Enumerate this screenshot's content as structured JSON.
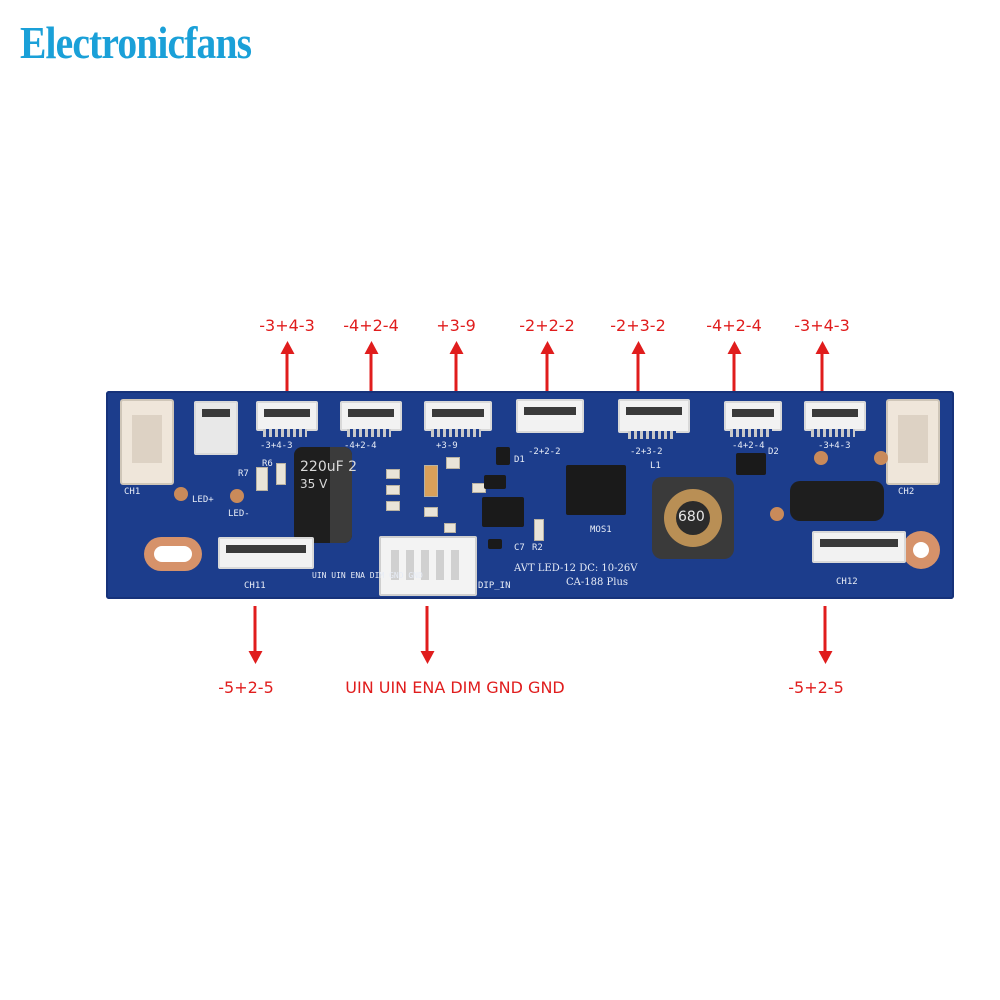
{
  "brand": {
    "name": "Electronicfans",
    "color": "#1aa0d8"
  },
  "top_labels": [
    "-3+4-3",
    "-4+2-4",
    "+3-9",
    "-2+2-2",
    "-2+3-2",
    "-4+2-4",
    "-3+4-3"
  ],
  "bottom_labels": {
    "left": "-5+2-5",
    "middle": "UIN UIN ENA DIM GND GND",
    "right": "-5+2-5"
  },
  "board": {
    "capacitor_value": "220uF 2",
    "capacitor_voltage": "35 V",
    "model_line1": "AVT LED-12 DC: 10-26V",
    "model_line2": "CA-188 Plus",
    "inductor_marking": "680",
    "pin_labels": "UIN UIN ENA DIM GND GND",
    "dip_in": "DIP_IN",
    "ch1": "CH1",
    "ch2": "CH2",
    "ch11": "CH11",
    "ch12": "CH12",
    "mos1": "MOS1",
    "led_minus": "LED-",
    "led_plus": "LED+",
    "r7": "R7",
    "r6": "R6",
    "d1": "D1",
    "d2": "D2",
    "l1": "L1",
    "c7": "C7",
    "r2": "R2",
    "conn_marks": [
      "-3+4-3",
      "-4+2-4",
      "+3-9",
      "-2+2-2",
      "-2+3-2",
      "-4+2-4",
      "-3+4-3"
    ]
  },
  "colors": {
    "label_red": "#e01d1d",
    "pcb_blue": "#1c3d8c"
  }
}
